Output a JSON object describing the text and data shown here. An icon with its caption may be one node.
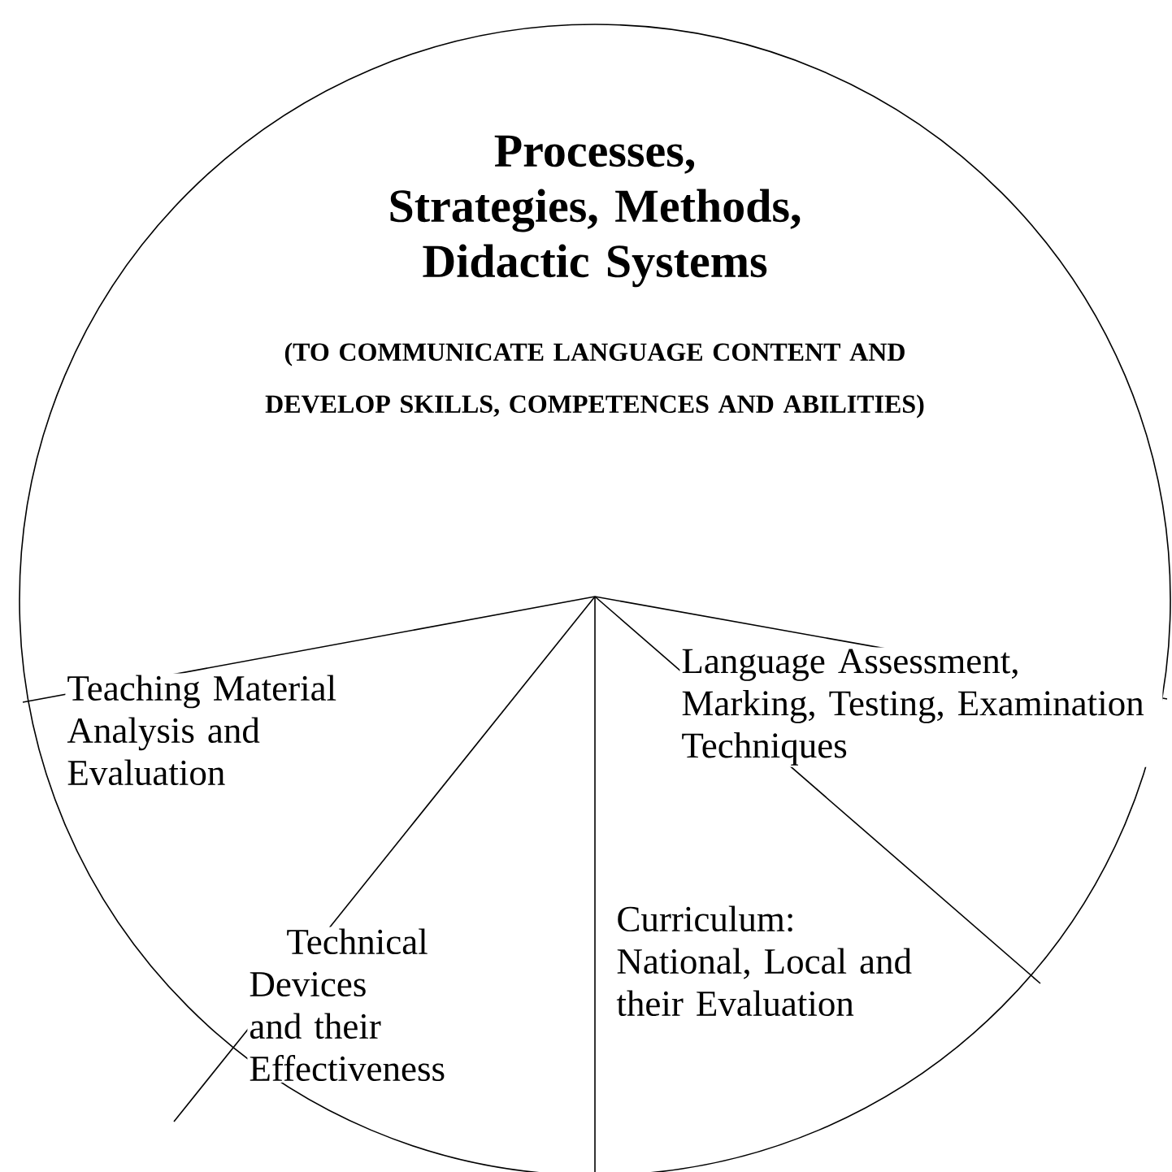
{
  "diagram": {
    "nodes": [
      {
        "text": [
          "Processes, Strategies, Methods, Didactic Systems",
          "(TO COMMUNICATE LANGUAGE CONTENT AND DEVELOP SKILLS, COMPETENCES AND ABILITIES)"
        ]
      },
      {
        "text": [
          "Teaching Material Analysis and Evaluation"
        ],
        "in": 0
      },
      {
        "text": [
          "Technical Devices and their Effectiveness"
        ],
        "in": 0
      },
      {
        "text": [
          "Curriculum: National, Local and their Evaluation"
        ],
        "in": 0
      },
      {
        "text": [
          "Language Assessment, Marking, Testing, Examination Techniques"
        ],
        "in": 0
      }
    ]
  }
}
